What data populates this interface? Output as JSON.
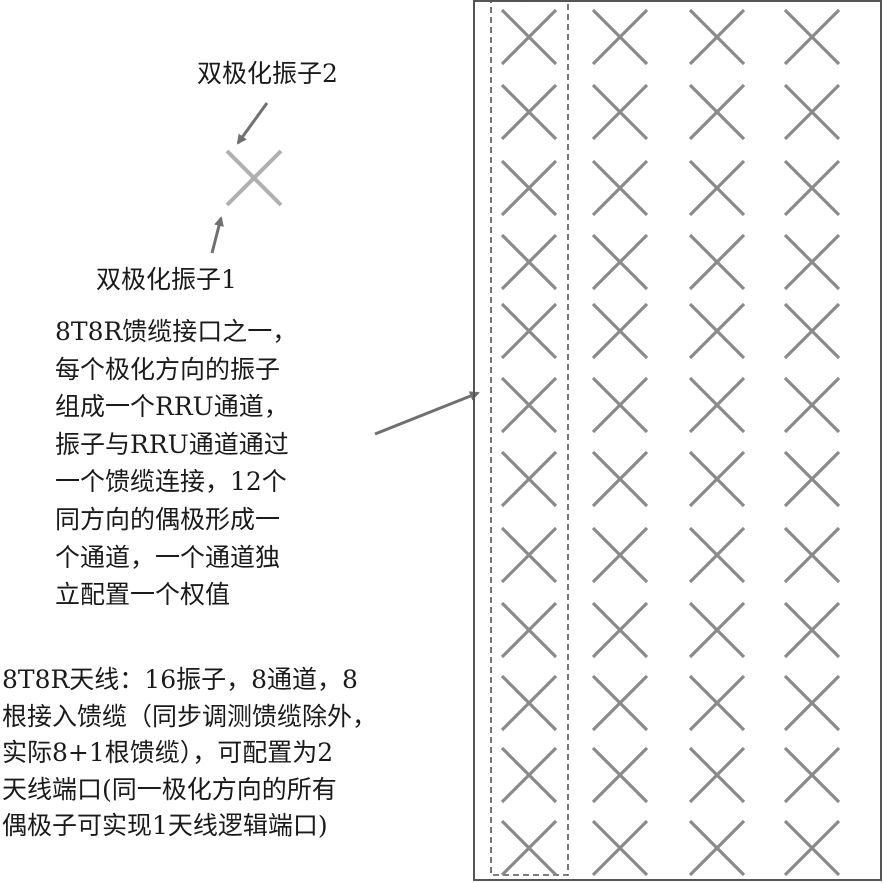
{
  "labels": {
    "dipole_2": "双极化振子2",
    "dipole_1": "双极化振子1"
  },
  "interface_note": "8T8R馈缆接口之一，\n每个极化方向的振子\n组成一个RRU通道，\n振子与RRU通道通过\n一个馈缆连接，12个\n同方向的偶极形成一\n个通道，一个通道独\n立配置一个权值",
  "antenna_note": "8T8R天线：16振子，8通道，8\n根接入馈缆（同步调测馈缆除外，\n实际8+1根馈缆），可配置为2\n天线端口(同一极化方向的所有\n偶极子可实现1天线逻辑端口)",
  "antenna_panel": {
    "columns": 4,
    "rows": 12,
    "element_icon": "cross-dipole-icon",
    "highlighted_column": 1
  },
  "colors": {
    "element": "#8a8a8a",
    "element_light": "#b0b0b0",
    "arrow": "#707070",
    "frame": "#555555"
  }
}
